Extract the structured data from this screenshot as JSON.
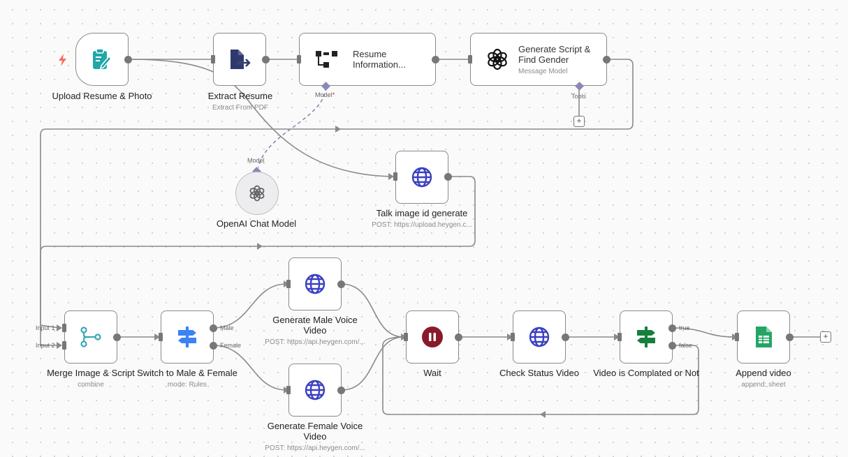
{
  "nodes": {
    "upload": {
      "title": "Upload Resume & Photo"
    },
    "extract": {
      "title": "Extract Resume",
      "subtitle": "Extract From PDF"
    },
    "resume_info": {
      "title_line1": "Resume",
      "title_line2": "Information...",
      "model_label": "Model",
      "required_mark": "*"
    },
    "gen_script": {
      "title_line1": "Generate Script &",
      "title_line2": "Find Gender",
      "subtitle": "Message Model",
      "tools_label": "Tools"
    },
    "openai": {
      "title": "OpenAI Chat Model",
      "model_label": "Model"
    },
    "talk_image": {
      "title": "Talk image id generate",
      "subtitle": "POST: https://upload.heygen.c..."
    },
    "merge": {
      "title": "Merge Image & Script",
      "subtitle": "combine",
      "input1": "Input 1",
      "input2": "Input 2"
    },
    "switch": {
      "title": "Switch to Male & Female",
      "subtitle": "mode: Rules",
      "out_male": "Male",
      "out_female": "Female"
    },
    "gen_male": {
      "title_line1": "Generate Male Voice",
      "title_line2": "Video",
      "subtitle": "POST: https://api.heygen.com/..."
    },
    "gen_female": {
      "title_line1": "Generate Female Voice",
      "title_line2": "Video",
      "subtitle": "POST: https://api.heygen.com/..."
    },
    "wait": {
      "title": "Wait"
    },
    "check_status": {
      "title": "Check Status Video"
    },
    "if_completed": {
      "title": "Video is Complated or Not",
      "out_true": "true",
      "out_false": "false"
    },
    "append": {
      "title": "Append video",
      "subtitle": "append: sheet"
    }
  },
  "plus_symbol": "+",
  "colors": {
    "trigger_accent": "#ff6d5a",
    "form_teal": "#21a7a8",
    "pdf_navy": "#2e3a6e",
    "http_globe": "#3a3fc4",
    "wait_maroon": "#8a1a2b",
    "switch_blue": "#3b82f6",
    "if_green": "#15803d",
    "sheets_green": "#23a566",
    "merge_teal": "#3aa7b5",
    "ai_diamond": "#8a88b4"
  },
  "icons": {
    "upload": "form-edit-icon",
    "trigger": "lightning-icon",
    "extract": "pdf-extract-icon",
    "resume_info": "information-extractor-icon",
    "gen_script": "openai-icon",
    "openai": "openai-icon",
    "http": "globe-icon",
    "merge": "merge-icon",
    "switch": "signpost-icon",
    "wait": "pause-icon",
    "if": "signpost-icon",
    "append": "google-sheets-icon"
  }
}
